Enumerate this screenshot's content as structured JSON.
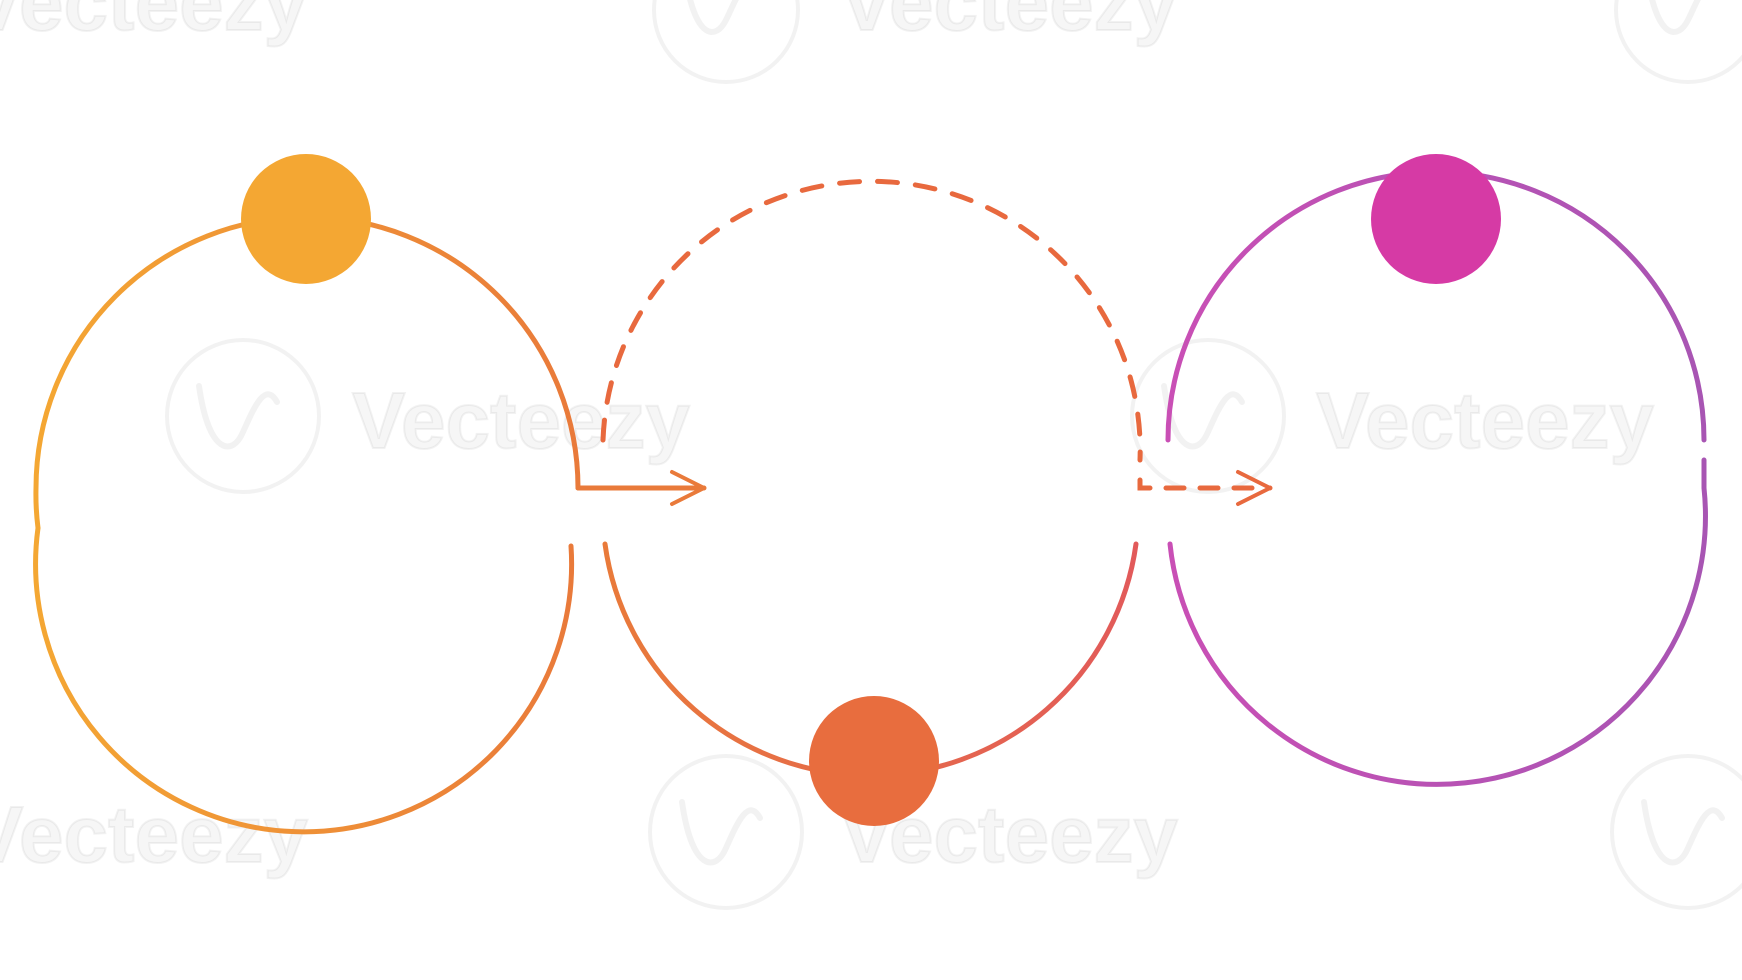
{
  "diagram": {
    "type": "three-step-circle-process",
    "steps": [
      {
        "marker_position": "top",
        "color": "#F4A733",
        "ring_colors": [
          "#F4A733",
          "#E97A3A"
        ]
      },
      {
        "marker_position": "bottom",
        "color": "#E86D3E",
        "ring_colors": [
          "#E97A3A",
          "#E25A5A"
        ]
      },
      {
        "marker_position": "top",
        "color": "#D63AA5",
        "ring_colors": [
          "#C94FB5",
          "#A855B3"
        ]
      }
    ],
    "connectors": [
      {
        "from_step": 1,
        "to_step": 2,
        "style": "solid",
        "color": "#E97A3A"
      },
      {
        "from_step": 2,
        "to_step": 3,
        "style": "dashed",
        "color": "#E8693E"
      }
    ],
    "background": "#FFFFFF"
  },
  "watermark": {
    "text": "Vecteezy",
    "logo_glyph": "vecteezy-v-logo",
    "color": "#000000"
  }
}
